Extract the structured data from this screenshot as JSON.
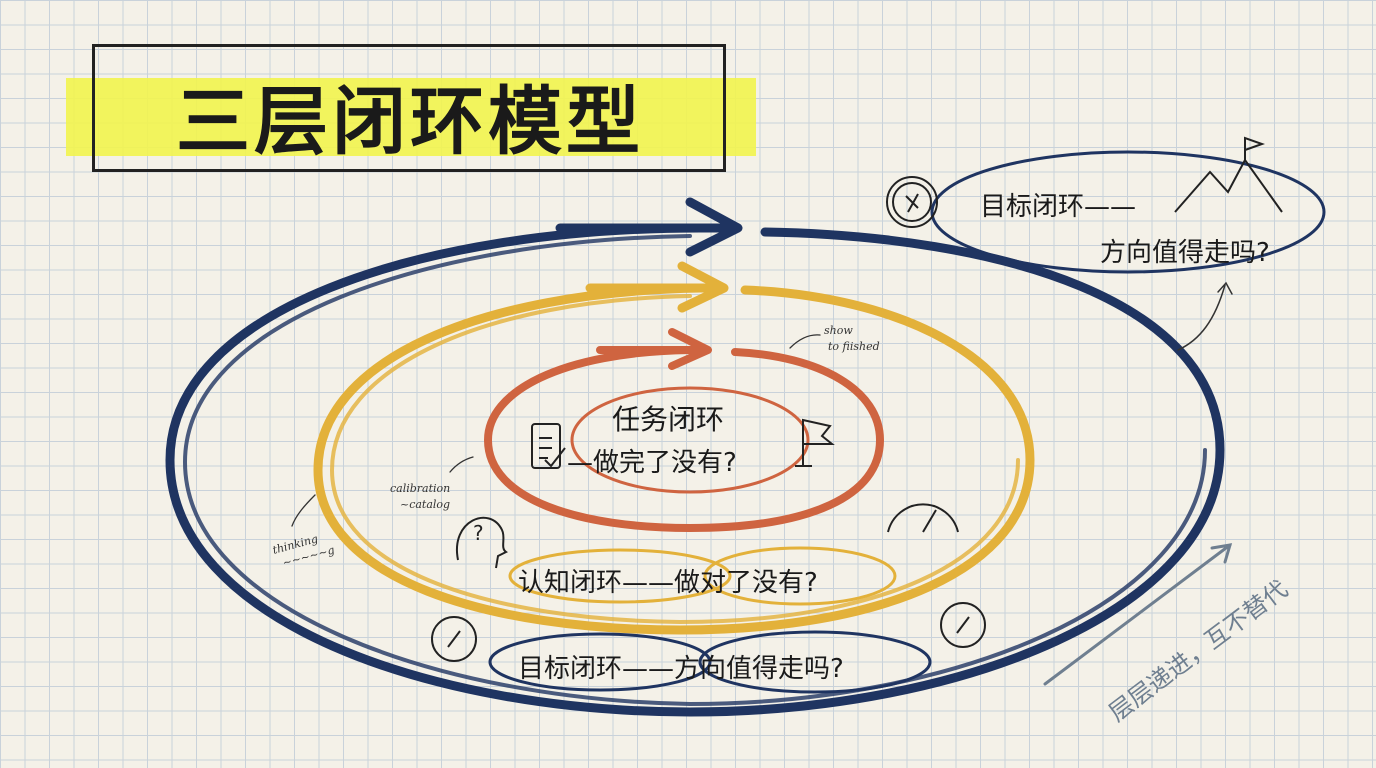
{
  "title": "三层闭环模型",
  "colors": {
    "goal": "#1f3461",
    "cognition": "#e3b13a",
    "task": "#cf6440",
    "highlight": "#f2f44e"
  },
  "callout": {
    "line1": "目标闭环——",
    "line2": "方向值得走吗?",
    "icons": [
      "compass-icon",
      "mountain-flag-icon"
    ]
  },
  "task_loop": {
    "line1": "任务闭环",
    "line2": "—做完了没有?",
    "icons": [
      "checklist-icon",
      "flag-icon"
    ]
  },
  "cognition_loop": {
    "label": "认知闭环——做对了没有?",
    "icons": [
      "head-question-icon",
      "gauge-icon"
    ]
  },
  "goal_loop": {
    "label": "目标闭环——方向值得走吗?",
    "icons": [
      "compass-icon"
    ]
  },
  "side_note": "层层递进，互不替代",
  "annotations": {
    "show": "show",
    "finished": "to fiished",
    "calibration": "calibration",
    "catalog": "~catalog",
    "thinking": "thinking",
    "thinking2": "~~~~~g"
  }
}
